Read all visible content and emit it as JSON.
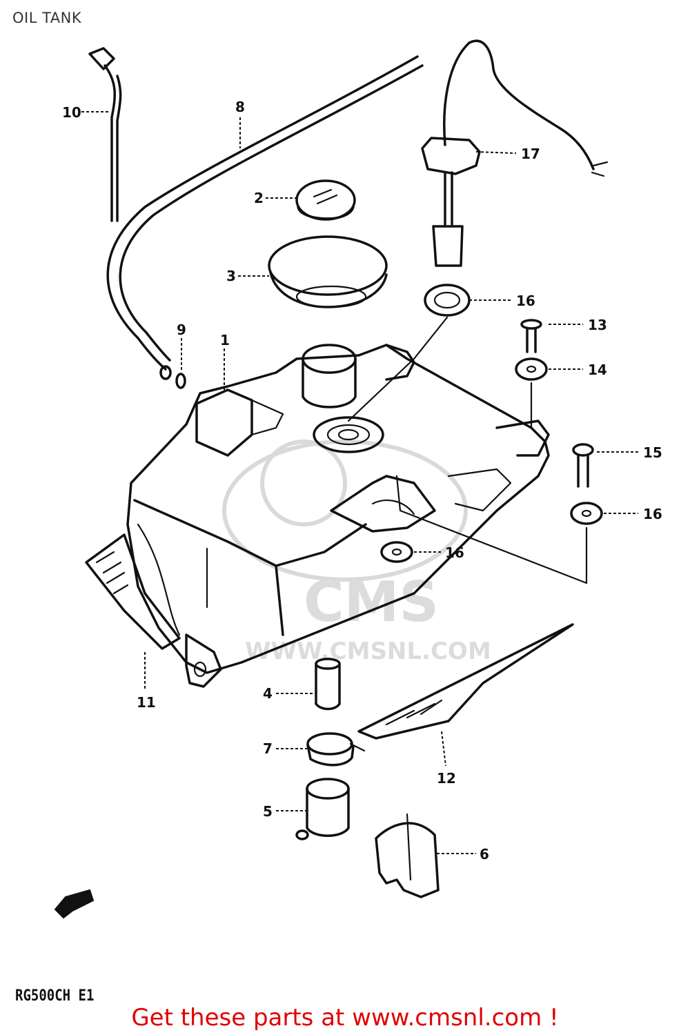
{
  "title": "OIL TANK",
  "model_code": "RG500CH E1",
  "watermark": {
    "brand": "CMS",
    "site": "WWW.CMSNL.COM"
  },
  "footer": {
    "cta_text": "Get these parts at www.cmsnl.com !"
  },
  "part_labels": {
    "p1": "1",
    "p2": "2",
    "p3": "3",
    "p4": "4",
    "p5": "5",
    "p6": "6",
    "p7": "7",
    "p8": "8",
    "p9": "9",
    "p10": "10",
    "p11": "11",
    "p12": "12",
    "p13": "13",
    "p14": "14",
    "p15": "15",
    "p16a": "16",
    "p16b": "16",
    "p16c": "16",
    "p17": "17"
  },
  "colors": {
    "cta": "#e00000",
    "ink": "#111111",
    "watermark": "#d9d9d9"
  }
}
